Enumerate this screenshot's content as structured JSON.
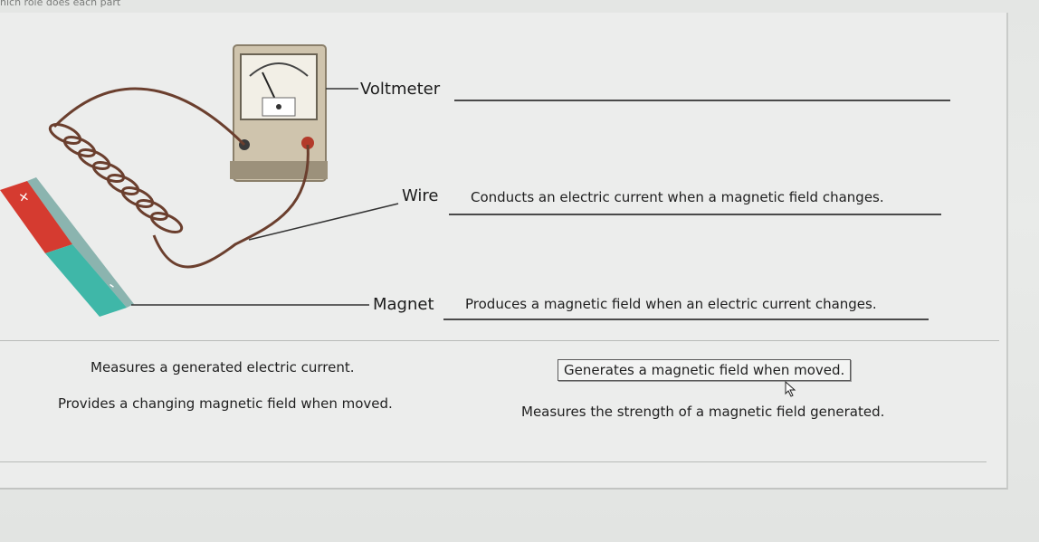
{
  "question_fragment": "hich role does each part",
  "diagram": {
    "labels": {
      "voltmeter": "Voltmeter",
      "wire": "Wire",
      "magnet": "Magnet"
    },
    "magnet_poles": {
      "north": "+",
      "south": "-"
    }
  },
  "answers": {
    "voltmeter": "",
    "wire": "Conducts an electric current when a magnetic field changes.",
    "magnet": "Produces a magnetic field when an electric current changes."
  },
  "options": [
    {
      "text": "Measures a generated electric current.",
      "selected": false
    },
    {
      "text": "Generates a magnetic field when moved.",
      "selected": true
    },
    {
      "text": "Provides a changing magnetic field when moved.",
      "selected": false
    },
    {
      "text": "Measures the strength of a magnetic field generated.",
      "selected": false
    }
  ]
}
